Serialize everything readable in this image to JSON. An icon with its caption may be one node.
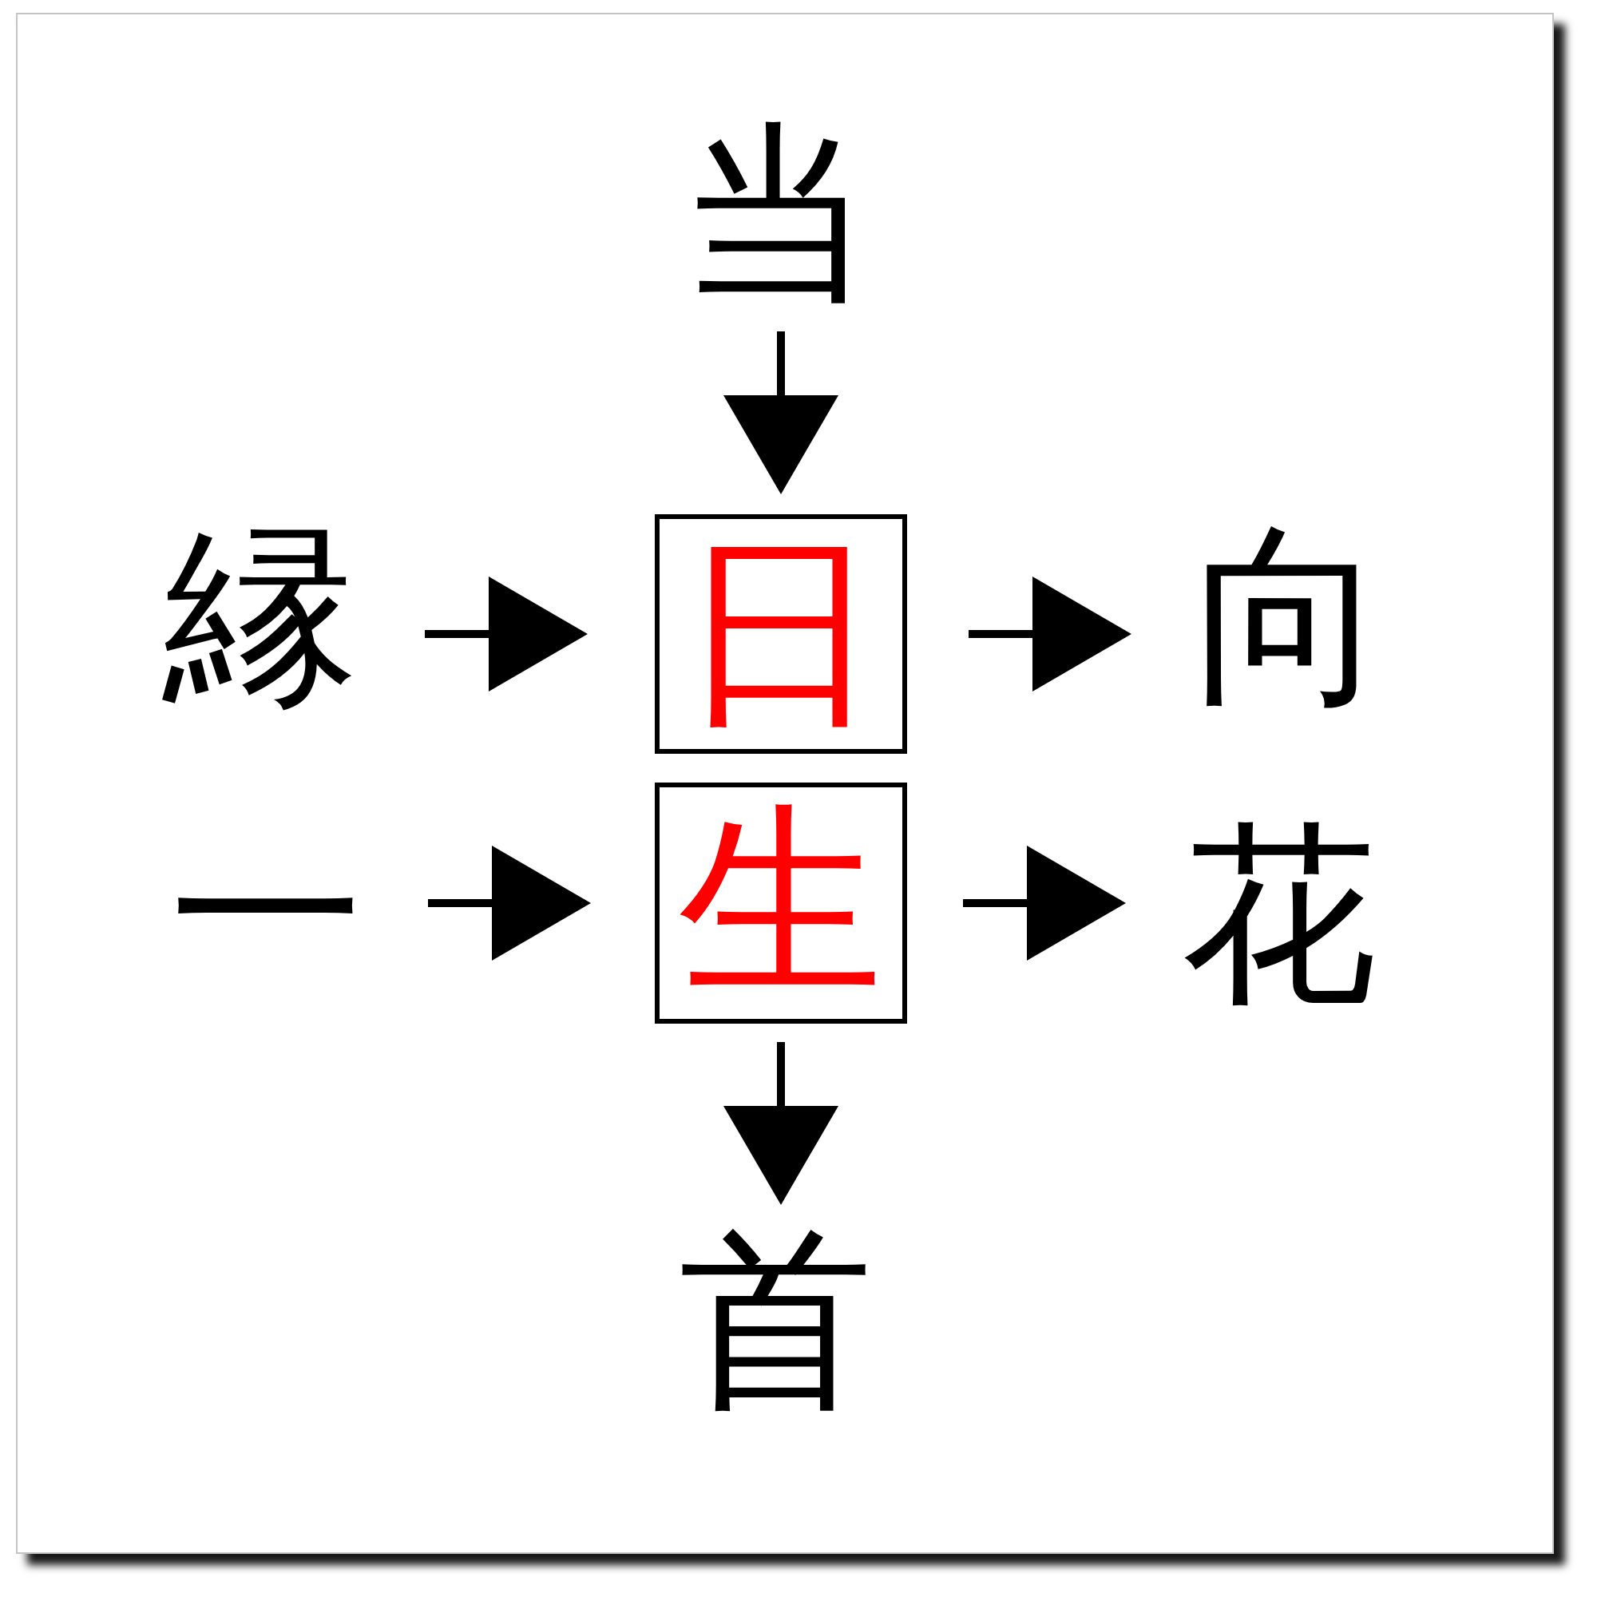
{
  "diagram": {
    "nodes": [
      {
        "text": [
          "当"
        ]
      },
      {
        "text": [
          "縁"
        ]
      },
      {
        "text": [
          "日"
        ]
      },
      {
        "text": [
          "向"
        ]
      },
      {
        "text": [
          "一"
        ]
      },
      {
        "text": [
          "生"
        ]
      },
      {
        "text": [
          "花"
        ]
      },
      {
        "text": [
          "首"
        ]
      }
    ],
    "edges": [
      {
        "from": 0,
        "to": 2,
        "arrow": "to"
      },
      {
        "from": 1,
        "to": 2,
        "arrow": "to"
      },
      {
        "from": 2,
        "to": 3,
        "arrow": "to"
      },
      {
        "from": 4,
        "to": 5,
        "arrow": "to"
      },
      {
        "from": 5,
        "to": 6,
        "arrow": "to"
      },
      {
        "from": 5,
        "to": 7,
        "arrow": "to"
      }
    ]
  }
}
